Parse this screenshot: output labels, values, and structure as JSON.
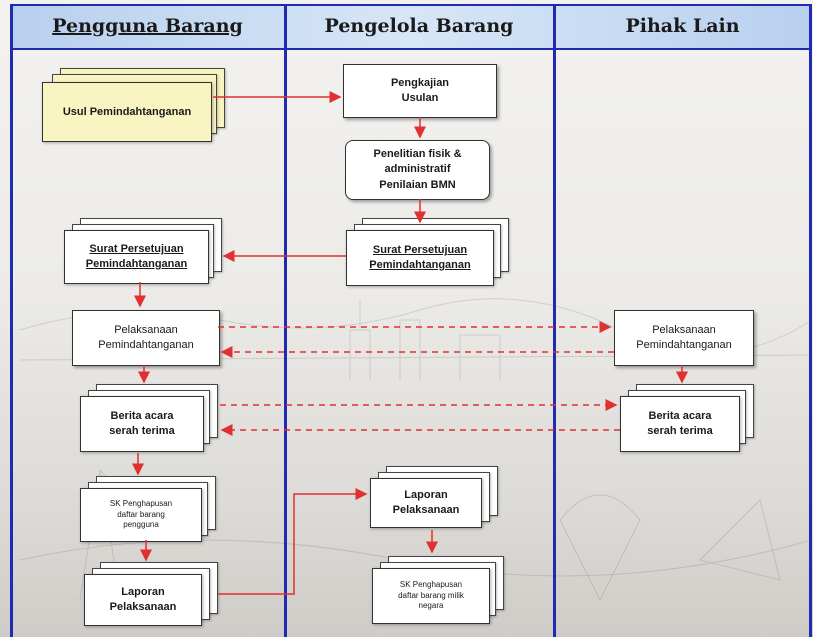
{
  "lanes": {
    "left": "Pengguna Barang",
    "middle": "Pengelola Barang",
    "right": "Pihak Lain"
  },
  "nodes": {
    "usul": "Usul Pemindahtanganan",
    "pengkajian_1": "Pengkajian",
    "pengkajian_2": "Usulan",
    "penelitian_1": "Penelitian fisik  &",
    "penelitian_2": "administratif",
    "penelitian_3": "Penilaian BMN",
    "sp_left_1": "Surat Persetujuan",
    "sp_left_2": "Pemindahtanganan",
    "sp_mid_1": "Surat Persetujuan",
    "sp_mid_2": "Pemindahtanganan",
    "pel_left_1": "Pelaksanaan",
    "pel_left_2": "Pemindahtanganan",
    "pel_right_1": "Pelaksanaan",
    "pel_right_2": "Pemindahtanganan",
    "ba_left_1": "Berita acara",
    "ba_left_2": "serah terima",
    "ba_right_1": "Berita acara",
    "ba_right_2": "serah terima",
    "sk_left_1": "SK Penghapusan",
    "sk_left_2": "daftar barang",
    "sk_left_3": "pengguna",
    "lap_mid_1": "Laporan",
    "lap_mid_2": "Pelaksanaan",
    "lap_left_1": "Laporan",
    "lap_left_2": "Pelaksanaan",
    "sk_mid_1": "SK Penghapusan",
    "sk_mid_2": "daftar barang milik",
    "sk_mid_3": "negara"
  },
  "colors": {
    "lane_line": "#1f2bb0",
    "header_bg": "#c9dcf3",
    "arrow": "#e03030",
    "usul_fill": "#f8f5c2"
  }
}
